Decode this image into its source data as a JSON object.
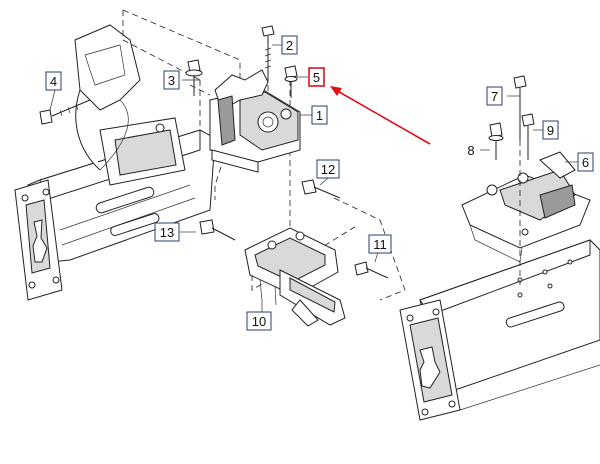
{
  "diagram": {
    "highlight_color": "#e0101a",
    "callouts": [
      {
        "id": "c1",
        "label": "1"
      },
      {
        "id": "c2",
        "label": "2"
      },
      {
        "id": "c3",
        "label": "3"
      },
      {
        "id": "c4",
        "label": "4"
      },
      {
        "id": "c5",
        "label": "5",
        "highlighted": true
      },
      {
        "id": "c6",
        "label": "6"
      },
      {
        "id": "c7",
        "label": "7"
      },
      {
        "id": "c8",
        "label": "8"
      },
      {
        "id": "c9",
        "label": "9"
      },
      {
        "id": "c10",
        "label": "10"
      },
      {
        "id": "c11",
        "label": "11"
      },
      {
        "id": "c12",
        "label": "12"
      },
      {
        "id": "c13",
        "label": "13"
      }
    ]
  }
}
